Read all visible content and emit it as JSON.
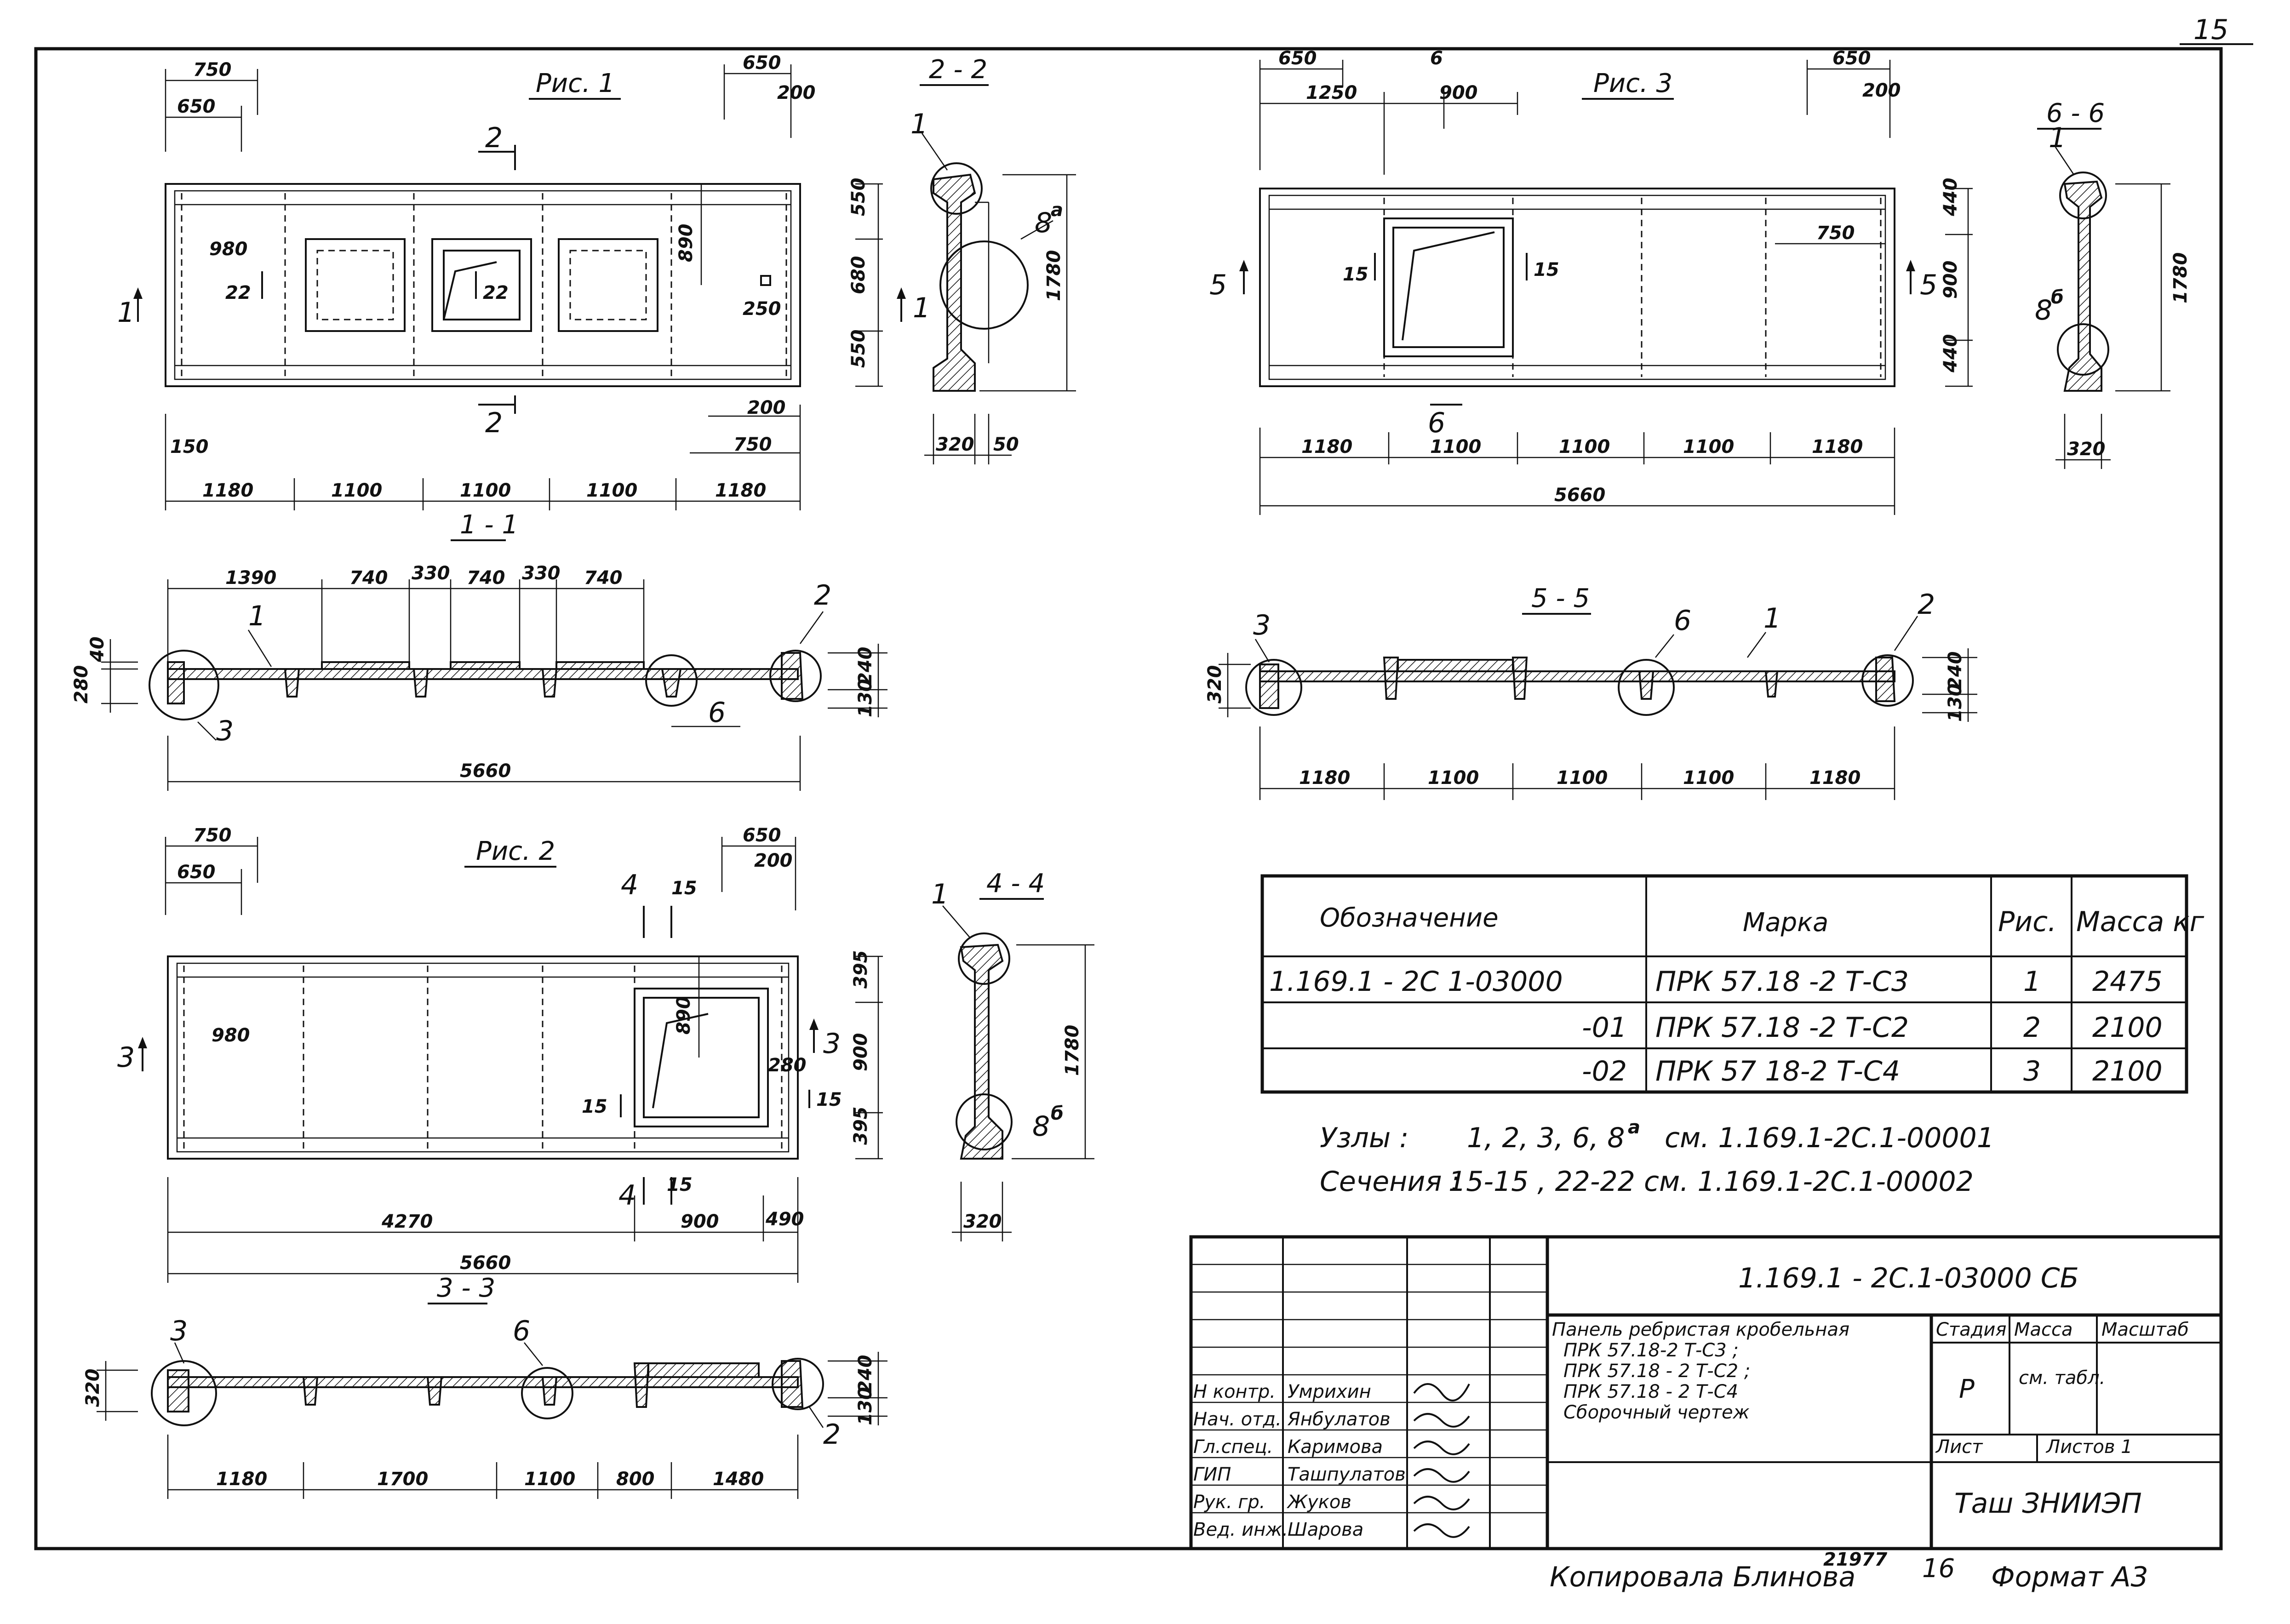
{
  "sheet": {
    "number": "15",
    "copied_by": "Копировала  Блинова",
    "copy_number": "21977",
    "page_number": "16",
    "format": "Формат А3"
  },
  "fig1": {
    "title": "Рис. 1",
    "top_dims": [
      "750",
      "650",
      "650",
      "200"
    ],
    "side_dims": [
      "550",
      "680",
      "550",
      "890",
      "250",
      "980"
    ],
    "bottom_dims": [
      "200",
      "750",
      "150",
      "1180",
      "1100",
      "1100",
      "1100",
      "1180"
    ],
    "section_marks": [
      "1",
      "1",
      "2",
      "2",
      "22",
      "22"
    ]
  },
  "sec22": {
    "title": "2 - 2",
    "dims": [
      "320",
      "50",
      "1780"
    ],
    "node": "8",
    "node_sup": "а",
    "callout": "1"
  },
  "fig3": {
    "title": "Рис. 3",
    "top_dims": [
      "650",
      "1250",
      "900",
      "6",
      "650",
      "200"
    ],
    "side_dims": [
      "440",
      "900",
      "440",
      "750"
    ],
    "bottom_dims": [
      "1180",
      "1100",
      "1100",
      "1100",
      "1180",
      "5660"
    ],
    "section_marks": [
      "5",
      "5",
      "15",
      "15",
      "6",
      "6"
    ]
  },
  "sec66": {
    "title": "6 - 6",
    "dims": [
      "320",
      "1780"
    ],
    "node": "8",
    "node_sup": "б",
    "callout": "1"
  },
  "sec11": {
    "title": "1 - 1",
    "top_dims": [
      "1390",
      "740",
      "330",
      "740",
      "330",
      "740"
    ],
    "left_dims": [
      "40",
      "280"
    ],
    "right_dims": [
      "240",
      "130"
    ],
    "total": "5660",
    "callouts": [
      "1",
      "2",
      "3",
      "6"
    ]
  },
  "sec55": {
    "title": "5 - 5",
    "bottom_dims": [
      "1180",
      "1100",
      "1100",
      "1100",
      "1180"
    ],
    "left_dims": [
      "320"
    ],
    "right_dims": [
      "240",
      "130"
    ],
    "callouts": [
      "3",
      "6",
      "1",
      "2"
    ]
  },
  "fig2": {
    "title": "Рис. 2",
    "top_dims": [
      "750",
      "650",
      "650",
      "200",
      "4",
      "15"
    ],
    "side_dims": [
      "395",
      "900",
      "395",
      "890",
      "980",
      "280"
    ],
    "bottom_dims": [
      "4270",
      "900",
      "490",
      "5660",
      "4",
      "15"
    ],
    "section_marks": [
      "3",
      "3",
      "15",
      "15"
    ]
  },
  "sec44": {
    "title": "4 - 4",
    "dims": [
      "320",
      "1780"
    ],
    "node": "8",
    "node_sup": "б",
    "callout": "1"
  },
  "sec33": {
    "title": "3 - 3",
    "bottom_dims": [
      "1180",
      "1700",
      "1100",
      "800",
      "1480"
    ],
    "left_dims": [
      "320"
    ],
    "right_dims": [
      "240",
      "130"
    ],
    "callouts": [
      "3",
      "6",
      "2"
    ]
  },
  "spec_table": {
    "headers": [
      "Обозначение",
      "Марка",
      "Рис.",
      "Масса кг"
    ],
    "rows": [
      [
        "1.169.1 - 2С 1-03000",
        "ПРК 57.18 -2 Т-С3",
        "1",
        "2475"
      ],
      [
        "-01",
        "ПРК 57.18 -2 Т-С2",
        "2",
        "2100"
      ],
      [
        "-02",
        "ПРК 57 18-2 Т-С4",
        "3",
        "2100"
      ]
    ]
  },
  "notes": {
    "nodes_label": "Узлы :",
    "nodes_text": "1, 2, 3, 6, 8",
    "nodes_sup": "а",
    "nodes_ref": "см.  1.169.1-2С.1-00001",
    "sections_label": "Сечения :",
    "sections_text": "15-15 ,  22-22  см.  1.169.1-2С.1-00002"
  },
  "title_block": {
    "code": "1.169.1 - 2С.1-03000  СБ",
    "description": [
      "Панель ребристая кробельная",
      "ПРК 57.18-2 Т-С3 ;",
      "ПРК 57.18 - 2 Т-С2 ;",
      "ПРК 57.18 - 2 Т-С4",
      "Сборочный   чертеж"
    ],
    "stage_label": "Стадия",
    "mass_label": "Масса",
    "scale_label": "Масштаб",
    "stage": "Р",
    "mass": "см. табл.",
    "sheet_label": "Лист",
    "sheets_label": "Листов 1",
    "org": "Таш ЗНИИЭП",
    "roles": [
      {
        "role": "Н контр.",
        "name": "Умрихин"
      },
      {
        "role": "Нач. отд.",
        "name": "Янбулатов"
      },
      {
        "role": "Гл.спец.",
        "name": "Каримова"
      },
      {
        "role": "ГИП",
        "name": "Ташпулатов"
      },
      {
        "role": "Рук. гр.",
        "name": "Жуков"
      },
      {
        "role": "Вед. инж.",
        "name": "Шарова"
      }
    ]
  }
}
